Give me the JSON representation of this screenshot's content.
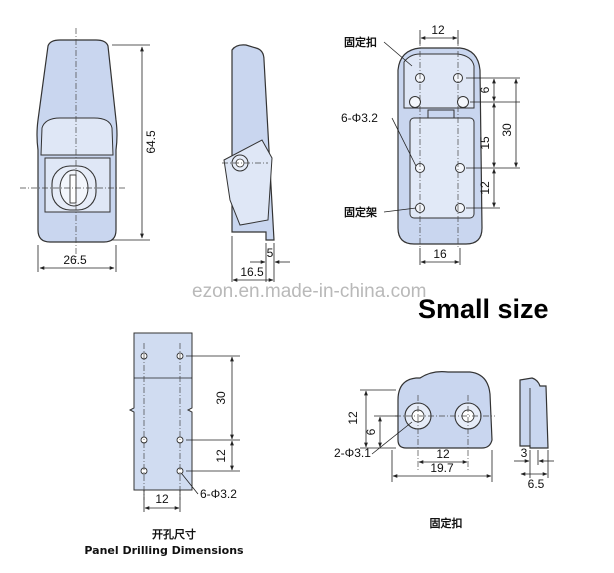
{
  "front_view": {
    "dim_height": "64.5",
    "dim_width": "26.5"
  },
  "side_view": {
    "dim_a": "5",
    "dim_b": "16.5"
  },
  "back_view": {
    "label_fixed_buckle": "固定扣",
    "label_fixed_frame": "固定架",
    "hole_callout": "6-Φ3.2",
    "dim_top": "12",
    "dim_bottom": "16",
    "dim_right_6": "6",
    "dim_right_15": "15",
    "dim_right_30": "30",
    "dim_right_12": "12"
  },
  "watermark": "ezon.en.made-in-china.com",
  "size_label": "Small size",
  "panel_drilling": {
    "dim_30": "30",
    "dim_12_vertical": "12",
    "dim_12_horizontal": "12",
    "hole_callout": "6-Φ3.2",
    "title_cn": "开孔尺寸",
    "title_en": "Panel Drilling Dimensions"
  },
  "fixed_buckle": {
    "dim_12": "12",
    "dim_6": "6",
    "hole_callout": "2-Φ3.1",
    "dim_12_horizontal": "12",
    "dim_19_7": "19.7",
    "dim_3": "3",
    "dim_6_5": "6.5",
    "title_cn": "固定扣"
  }
}
